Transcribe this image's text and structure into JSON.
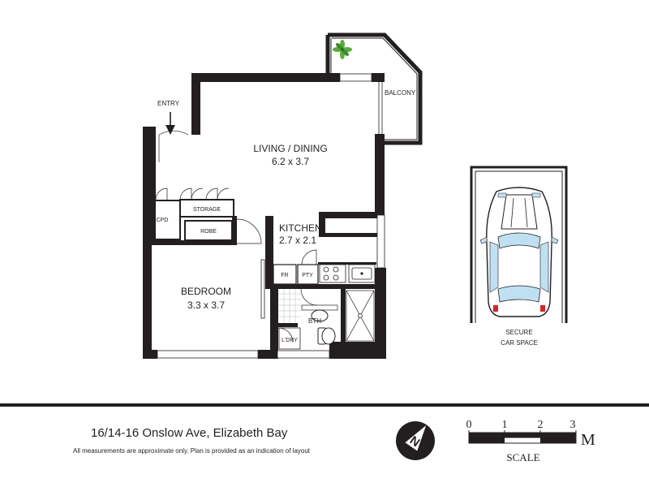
{
  "rooms": {
    "entry": "ENTRY",
    "living_name": "LIVING / DINING",
    "living_size": "6.2 x 3.7",
    "balcony": "BALCONY",
    "kitchen_name": "KITCHEN",
    "kitchen_size": "2.7 x 2.1",
    "storage": "STORAGE",
    "cpd": "CPD",
    "robe": "ROBE",
    "fr": "FR",
    "pty": "PTY",
    "bedroom_name": "BEDROOM",
    "bedroom_size": "3.3 x 3.7",
    "bath": "BTH",
    "laundry": "L'DRY",
    "car_line1": "SECURE",
    "car_line2": "CAR SPACE"
  },
  "footer": {
    "address": "16/14-16 Onslow Ave, Elizabeth Bay",
    "disclaimer": "All measurements are approximate only. Plan is provided as an indication of layout"
  },
  "compass": {
    "letter": "N"
  },
  "scale": {
    "ticks": [
      "0",
      "1",
      "2",
      "3"
    ],
    "unit": "M",
    "caption": "SCALE"
  },
  "colors": {
    "wall": "#231f20",
    "glass": "#c9cfd4",
    "car_window": "#bfe0f2",
    "car_light": "#d0262b",
    "plant": "#5cab3c"
  }
}
